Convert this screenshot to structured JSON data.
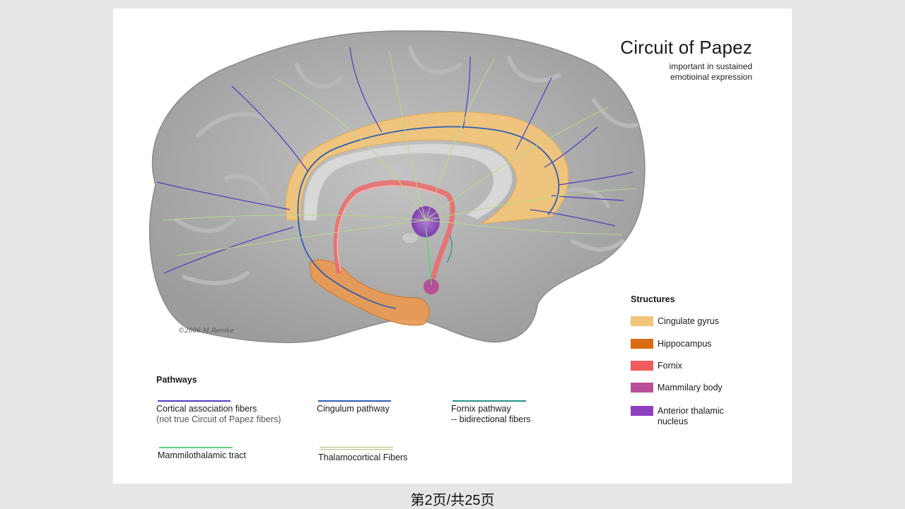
{
  "slide": {
    "title": "Circuit of Papez",
    "subtitle_lines": [
      "important in sustained",
      "emotioinal expression"
    ],
    "signature": "©2006 M.Reinke"
  },
  "structures": {
    "heading": "Structures",
    "items": [
      {
        "label": "Cingulate gyrus",
        "color": "#f2c57c"
      },
      {
        "label": "Hippocampus",
        "color": "#d96a12"
      },
      {
        "label": "Fornix",
        "color": "#ef5a5a"
      },
      {
        "label": "Mammilary body",
        "color": "#b94f98"
      },
      {
        "label": "Anterior thalamic nucleus",
        "color": "#8e3fbf"
      }
    ]
  },
  "pathways": {
    "heading": "Pathways",
    "items": [
      {
        "label": "Cortical association fibers",
        "note": "(not true Circuit of Papez fibers)",
        "color": "#4b3fbf"
      },
      {
        "label": "Cingulum pathway",
        "note": "",
        "color": "#2f5fb0"
      },
      {
        "label": "Fornix pathway",
        "note": "-- bidirectional fibers",
        "color": "#2a8f8a"
      },
      {
        "label": "Mammilothalamic tract",
        "note": "",
        "color": "#5fcf7a"
      },
      {
        "label": "Thalamocortical Fibers",
        "note": "",
        "color": "#a8c07a"
      }
    ]
  },
  "footer": {
    "page": "第2页/共25页"
  }
}
